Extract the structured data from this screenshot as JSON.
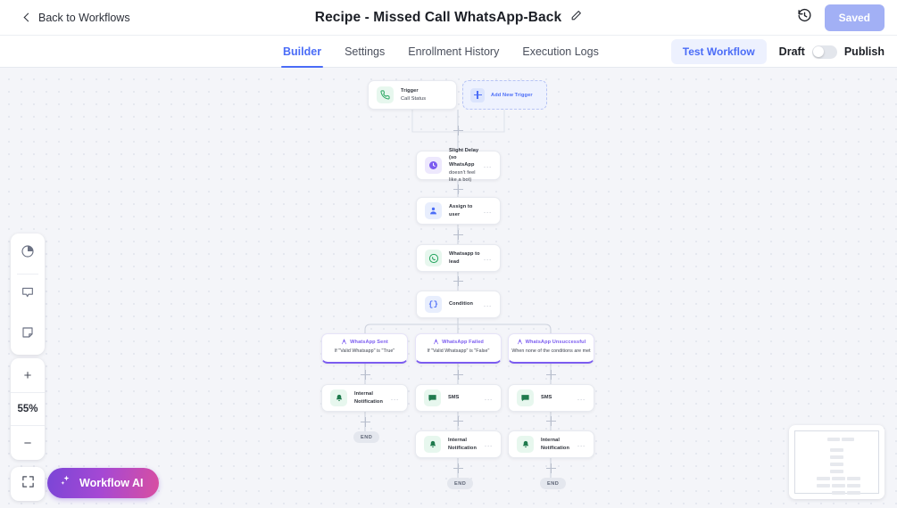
{
  "header": {
    "back_label": "Back to Workflows",
    "back_icon": "chevron-left-icon",
    "title": "Recipe - Missed Call WhatsApp-Back",
    "edit_icon": "pencil-icon",
    "history_icon": "history-clock-icon",
    "saved_label": "Saved",
    "saved_color": "#a2b0f5"
  },
  "tabs": [
    {
      "label": "Builder",
      "active": true
    },
    {
      "label": "Settings",
      "active": false
    },
    {
      "label": "Enrollment History",
      "active": false
    },
    {
      "label": "Execution Logs",
      "active": false
    }
  ],
  "tabbar_right": {
    "test_workflow_label": "Test Workflow",
    "draft_label": "Draft",
    "publish_label": "Publish",
    "toggle_state": "off",
    "accent_color": "#4a6cf7"
  },
  "canvas": {
    "trigger": {
      "kind": "Trigger",
      "name": "Call Status",
      "icon": "phone-call-icon",
      "icon_color": "#22a35c"
    },
    "add_trigger": {
      "label": "Add New Trigger",
      "icon": "plus-icon"
    },
    "steps": [
      {
        "label": "Slight Delay (so WhatsApp",
        "label2": "doesn't feel like a bot)",
        "icon": "clock-delay-icon",
        "icon_color": "#7b5cf0",
        "menu": "..."
      },
      {
        "label": "Assign to user",
        "icon": "assign-user-icon",
        "icon_color": "#4a6cf7",
        "menu": "..."
      },
      {
        "label": "Whatsapp to lead",
        "icon": "whatsapp-icon",
        "icon_color": "#22a35c",
        "menu": "..."
      },
      {
        "label": "Condition",
        "icon": "braces-condition-icon",
        "icon_color": "#4a6cf7",
        "menu": "..."
      }
    ],
    "branches": [
      {
        "title": "WhatsApp Sent",
        "subtitle": "If \"Valid Whatsapp\" is \"True\"",
        "icon": "branch-icon"
      },
      {
        "title": "WhatsApp Failed",
        "subtitle": "If \"Valid Whatsapp\" is \"False\"",
        "icon": "branch-icon"
      },
      {
        "title": "WhatsApp Unsuccessful",
        "subtitle": "When none of the conditions are met",
        "icon": "branch-icon"
      }
    ],
    "branch_accent": "#7b5cf0",
    "actions_row1": [
      {
        "label": "Internal Notification",
        "icon": "internal-notification-icon",
        "icon_color": "#22a35c",
        "menu": "..."
      },
      {
        "label": "SMS",
        "icon": "sms-icon",
        "icon_color": "#22a35c",
        "menu": "..."
      },
      {
        "label": "SMS",
        "icon": "sms-icon",
        "icon_color": "#22a35c",
        "menu": "..."
      }
    ],
    "actions_row2": [
      {
        "label": "Internal Notification",
        "icon": "internal-notification-icon",
        "icon_color": "#22a35c",
        "menu": "..."
      },
      {
        "label": "Internal Notification",
        "icon": "internal-notification-icon",
        "icon_color": "#22a35c",
        "menu": "..."
      }
    ],
    "end_labels": [
      "END",
      "END",
      "END"
    ]
  },
  "left_toolbar": {
    "items": [
      {
        "icon": "analytics-pie-icon"
      },
      {
        "icon": "comment-bubble-icon"
      },
      {
        "icon": "sticky-note-icon"
      }
    ]
  },
  "zoom_controls": {
    "zoom_in_label": "+",
    "zoom_level": "55%",
    "zoom_out_label": "−",
    "fit_icon": "fit-to-screen-icon"
  },
  "workflow_ai": {
    "label": "Workflow AI",
    "icon": "sparkle-icon",
    "gradient_from": "#7a46d6",
    "gradient_to": "#d94fa0"
  },
  "minimap": {
    "name": "canvas-minimap"
  }
}
